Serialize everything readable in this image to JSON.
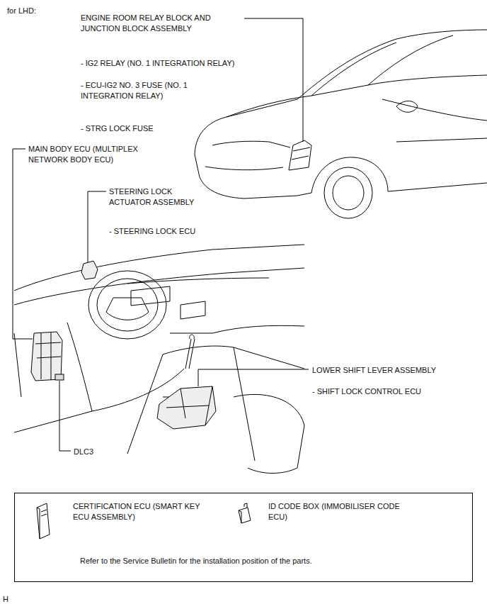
{
  "diagram": {
    "nodes": [
      {
        "text": [
          "CERTIFICATION ECU (SMART KEY ECU ASSEMBLY)",
          "ID CODE BOX (IMMOBILISER CODE ECU)",
          "Refer to the Service Bulletin for the installation position of the parts."
        ]
      }
    ],
    "edges": [],
    "labels": [
      "for LHD:",
      "ENGINE ROOM RELAY BLOCK AND JUNCTION BLOCK ASSEMBLY",
      "- IG2 RELAY (NO. 1 INTEGRATION RELAY)",
      "- ECU-IG2 NO. 3 FUSE (NO. 1 INTEGRATION RELAY)",
      "- STRG LOCK FUSE",
      "MAIN BODY ECU (MULTIPLEX NETWORK BODY ECU)",
      "STEERING LOCK ACTUATOR ASSEMBLY",
      "- STEERING LOCK ECU",
      "LOWER SHIFT LEVER ASSEMBLY",
      "- SHIFT LOCK CONTROL ECU",
      "DLC3",
      "H"
    ]
  }
}
